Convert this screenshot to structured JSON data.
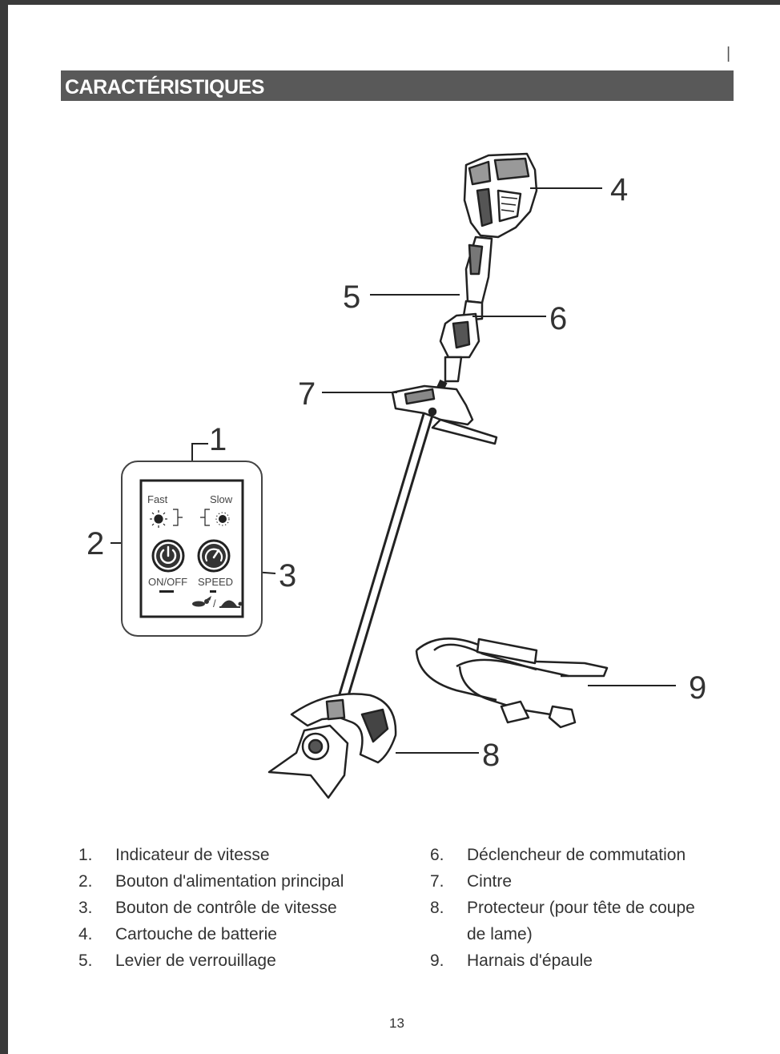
{
  "header": {
    "title": "CARACTÉRISTIQUES",
    "corner_mark": "|"
  },
  "figure": {
    "callouts": [
      "1",
      "2",
      "3",
      "4",
      "5",
      "6",
      "7",
      "8",
      "9"
    ],
    "control_panel": {
      "fast_label": "Fast",
      "slow_label": "Slow",
      "power_label": "ON/OFF",
      "speed_label": "SPEED",
      "speed_modes_separator": "/"
    }
  },
  "legend": {
    "left": [
      {
        "num": "1.",
        "text": "Indicateur de vitesse"
      },
      {
        "num": "2.",
        "text": "Bouton d'alimentation principal"
      },
      {
        "num": "3.",
        "text": "Bouton de contrôle de vitesse"
      },
      {
        "num": "4.",
        "text": "Cartouche de batterie"
      },
      {
        "num": "5.",
        "text": "Levier de verrouillage"
      }
    ],
    "right": [
      {
        "num": "6.",
        "text": "Déclencheur de commutation"
      },
      {
        "num": "7.",
        "text": "Cintre"
      },
      {
        "num": "8.",
        "text": "Protecteur (pour tête de coupe"
      },
      {
        "num": "",
        "text": "de lame)"
      },
      {
        "num": "9.",
        "text": "Harnais d'épaule"
      }
    ]
  },
  "footer": {
    "page_number": "13"
  }
}
